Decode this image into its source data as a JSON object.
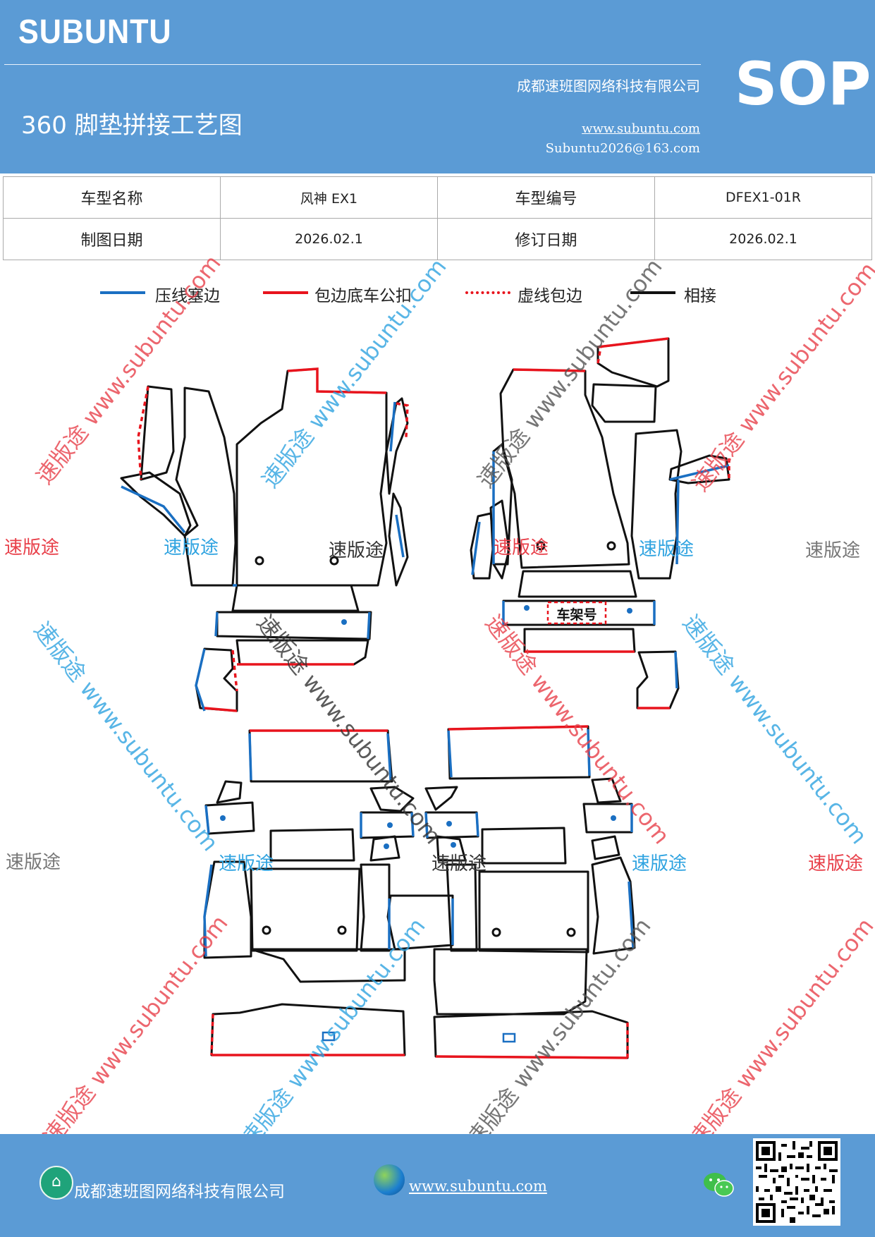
{
  "header": {
    "brand": "SUBUNTU",
    "company": "成都速班图网络科技有限公司",
    "title": "360 脚垫拼接工艺图",
    "website": "www.subuntu.com",
    "email": "Subuntu2026@163.com",
    "badge": "SOP"
  },
  "info_table": {
    "r1c1": "车型名称",
    "r1c2": "风神 EX1",
    "r1c3": "车型编号",
    "r1c4": "DFEX1-01R",
    "r2c1": "制图日期",
    "r2c2": "2026.02.1",
    "r2c3": "修订日期",
    "r2c4": "2026.02.1"
  },
  "legend": {
    "item1": "压线塞边",
    "item2": "包边底车公扣",
    "item3": "虚线包边",
    "item4": "相接",
    "color1": "#1a6fc2",
    "color2": "#e8141d",
    "color3": "#e8141d",
    "color4": "#111111"
  },
  "drawing": {
    "frame_label": "车架号"
  },
  "watermarks": {
    "cn": "速版途",
    "diag": "速版途 www.subuntu.com"
  },
  "footer": {
    "company": "成都速班图网络科技有限公司",
    "website": "www.subuntu.com "
  }
}
